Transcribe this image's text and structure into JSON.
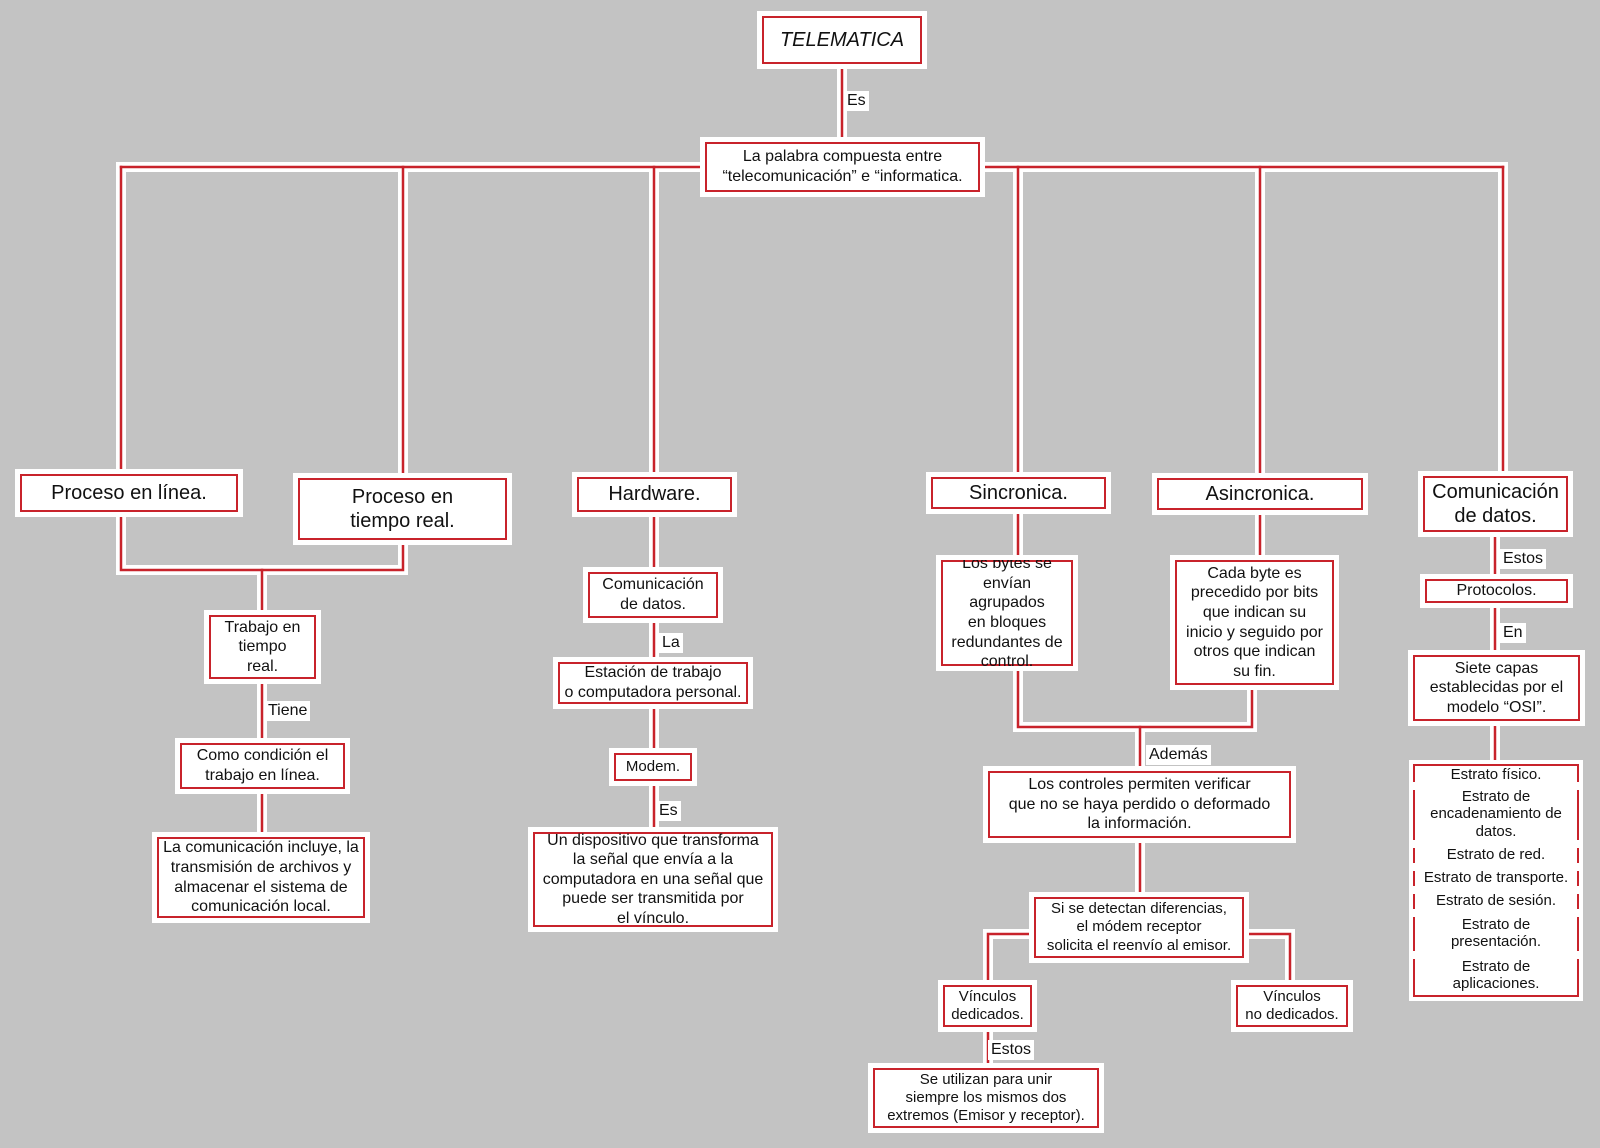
{
  "nodes": {
    "root": "TELEMATICA",
    "definition": "La palabra compuesta entre\n“telecomunicación” e “informatica.",
    "proceso_linea": "Proceso en línea.",
    "proceso_tiempo_real": "Proceso en\ntiempo real.",
    "hardware": "Hardware.",
    "sincronica": "Sincronica.",
    "asincronica": "Asincronica.",
    "comunicacion_datos_top": "Comunicación\nde datos.",
    "trabajo_tiempo_real": "Trabajo en\ntiempo\nreal.",
    "condicion": "Como condición el\ntrabajo en línea.",
    "comunicacion_incluye": "La comunicación incluye, la\ntransmisión de archivos y\nalmacenar el sistema de\ncomunicación local.",
    "comunicacion_datos_hw": "Comunicación\nde datos.",
    "estacion": "Estación de trabajo\no computadora personal.",
    "modem": "Modem.",
    "dispositivo": "Un dispositivo que transforma\nla señal que envía a la\ncomputadora en una señal que\npuede ser transmitida por\nel vínculo.",
    "bytes_bloques": "Los bytes se\nenvían agrupados\nen bloques\nredundantes de\ncontrol.",
    "cada_byte": "Cada byte es\nprecedido por bits\nque indican su\ninicio y seguido por\notros que indican\nsu fin.",
    "controles": "Los controles permiten verificar\nque no se haya perdido o deformado\nla información.",
    "diferencias": "Si se detectan diferencias,\nel módem receptor\nsolicita el reenvío al emisor.",
    "vinculos_dedicados": "Vínculos\ndedicados.",
    "vinculos_no_dedicados": "Vínculos\nno dedicados.",
    "se_utilizan": "Se utilizan para unir\nsiempre los mismos dos\nextremos (Emisor y receptor).",
    "protocolos": "Protocolos.",
    "siete_capas": "Siete capas\nestablecidas por el\nmodelo “OSI”."
  },
  "osi_layers": [
    "Estrato físico.",
    "Estrato de\nencadenamiento de\ndatos.",
    "Estrato de red.",
    "Estrato de transporte.",
    "Estrato de sesión.",
    "Estrato de\npresentación.",
    "Estrato de\naplicaciones."
  ],
  "link_labels": {
    "es_root": "Es",
    "tiene": "Tiene",
    "la": "La",
    "es_modem": "Es",
    "ademas": "Además",
    "estos_vinculos": "Estos",
    "estos_protocolos": "Estos",
    "en": "En"
  },
  "colors": {
    "line": "#c8232b",
    "halo": "#ffffff",
    "background": "#c3c3c3"
  }
}
